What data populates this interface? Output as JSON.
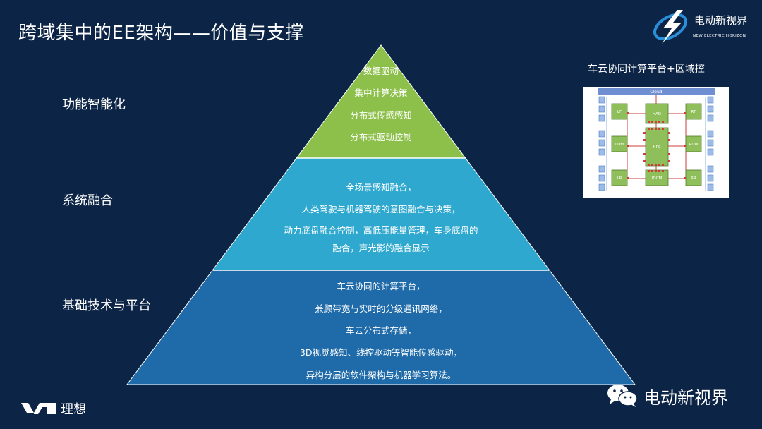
{
  "slide": {
    "title": "跨域集中的EE架构——价值与支撑"
  },
  "brand_top": {
    "name": "电动新视界",
    "sub": "NEW ELECTRIC HORIZON"
  },
  "layers": [
    {
      "label": "功能智能化",
      "color": "#8dc04a",
      "lines": [
        "数据驱动",
        "集中计算决策",
        "分布式传感感知",
        "分布式驱动控制"
      ]
    },
    {
      "label": "系统融合",
      "color": "#2fa8cf",
      "lines": [
        "全场景感知融合，",
        "人类驾驶与机器驾驶的意图融合与决策，",
        "动力底盘融合控制，高低压能量管理，车身底盘的",
        "融合，声光影的融合显示"
      ]
    },
    {
      "label": "基础技术与平台",
      "color": "#1f6aa8",
      "lines": [
        "车云协同的计算平台，",
        "兼顾带宽与实时的分级通讯网络，",
        "车云分布式存储，",
        "3D视觉感知、线控驱动等智能传感驱动，",
        "异构分层的软件架构与机器学习算法。"
      ]
    }
  ],
  "platform": {
    "title": "车云协同计算平台+区域控",
    "labels": {
      "cloud": "Cloud",
      "lf": "LF",
      "rf": "RF",
      "ldm": "LDM",
      "rdm": "RDM",
      "lr": "LR",
      "rr": "RR",
      "had": "HAD",
      "hpc": "HPC",
      "idcm": "IDCM"
    }
  },
  "footer": {
    "wechat_name": "电动新视界",
    "company": "理想"
  }
}
